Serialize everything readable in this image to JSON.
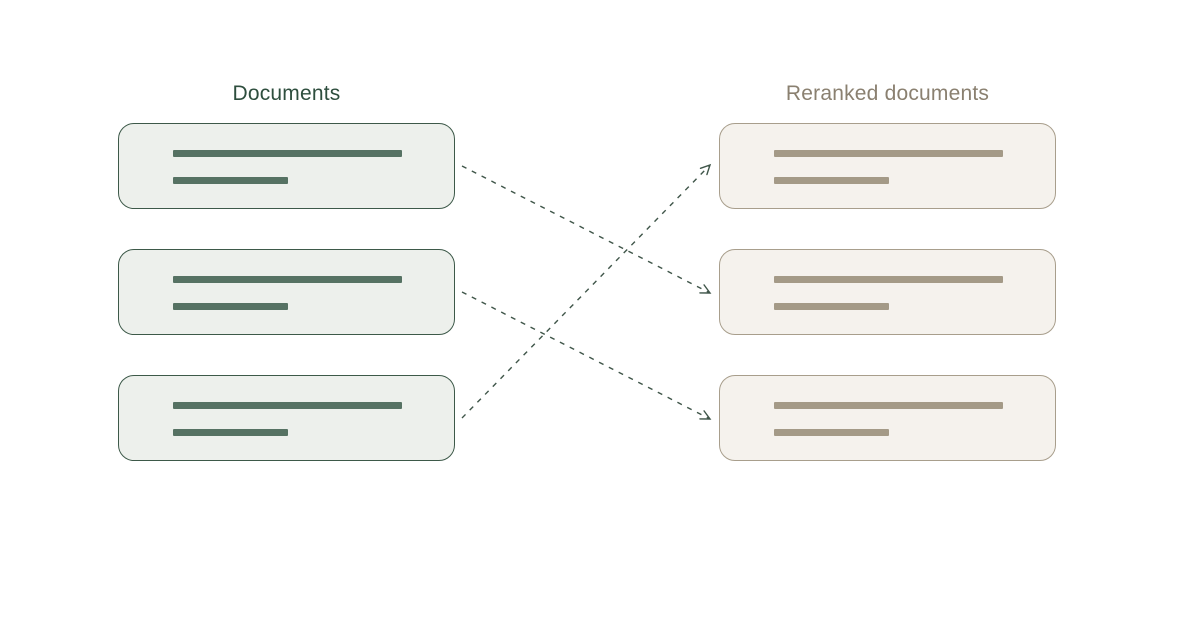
{
  "diagram": {
    "left_column": {
      "title": "Documents",
      "cards": [
        {
          "id": "doc-1",
          "bars": [
            "long",
            "short"
          ]
        },
        {
          "id": "doc-2",
          "bars": [
            "long",
            "short"
          ]
        },
        {
          "id": "doc-3",
          "bars": [
            "long",
            "short"
          ]
        }
      ]
    },
    "right_column": {
      "title": "Reranked documents",
      "cards": [
        {
          "id": "reranked-1",
          "bars": [
            "long",
            "short"
          ]
        },
        {
          "id": "reranked-2",
          "bars": [
            "long",
            "short"
          ]
        },
        {
          "id": "reranked-3",
          "bars": [
            "long",
            "short"
          ]
        }
      ]
    },
    "arrows": [
      {
        "from": "doc-1",
        "from_index": 0,
        "to": "reranked-2",
        "to_index": 1
      },
      {
        "from": "doc-2",
        "from_index": 1,
        "to": "reranked-3",
        "to_index": 2
      },
      {
        "from": "doc-3",
        "from_index": 2,
        "to": "reranked-1",
        "to_index": 0
      }
    ],
    "colors": {
      "page_background": "#ffffff",
      "left_title": "#2e4e3e",
      "left_card_fill": "#edf0ec",
      "left_card_border": "#3d5949",
      "left_bar": "#567263",
      "right_title": "#8a8070",
      "right_card_fill": "#f5f2ed",
      "right_card_border": "#a89e8c",
      "right_bar": "#a49a87",
      "arrow": "#3f5549"
    }
  }
}
